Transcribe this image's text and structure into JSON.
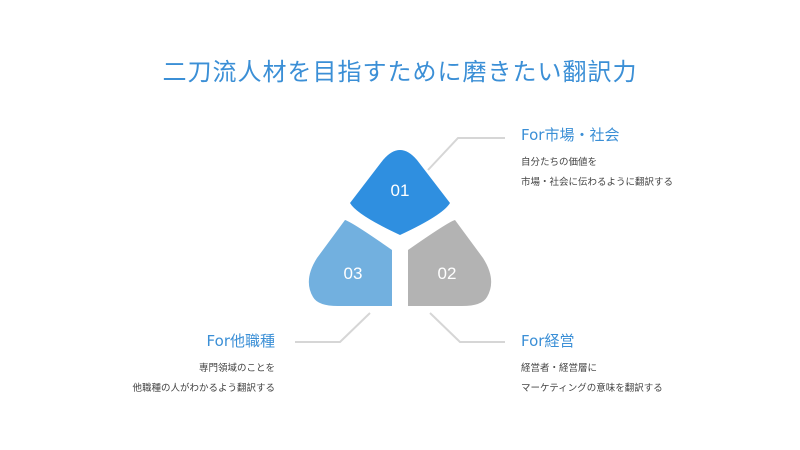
{
  "title": "二刀流人材を目指すために磨きたい翻訳力",
  "colors": {
    "segment_01": "#2f8fe0",
    "segment_02": "#b3b3b3",
    "segment_03": "#72b0df",
    "heading": "#3b8fd6",
    "connector": "#d6d6d6"
  },
  "segments": [
    {
      "label": "01",
      "color": "#2f8fe0"
    },
    {
      "label": "02",
      "color": "#b3b3b3"
    },
    {
      "label": "03",
      "color": "#72b0df"
    }
  ],
  "blocks": {
    "market": {
      "heading": "For市場・社会",
      "lines": [
        "自分たちの価値を",
        "市場・社会に伝わるように翻訳する"
      ]
    },
    "management": {
      "heading": "For経営",
      "lines": [
        "経営者・経営層に",
        "マーケティングの意味を翻訳する"
      ]
    },
    "other_roles": {
      "heading": "For他職種",
      "lines": [
        "専門領域のことを",
        "他職種の人がわかるよう翻訳する"
      ]
    }
  }
}
